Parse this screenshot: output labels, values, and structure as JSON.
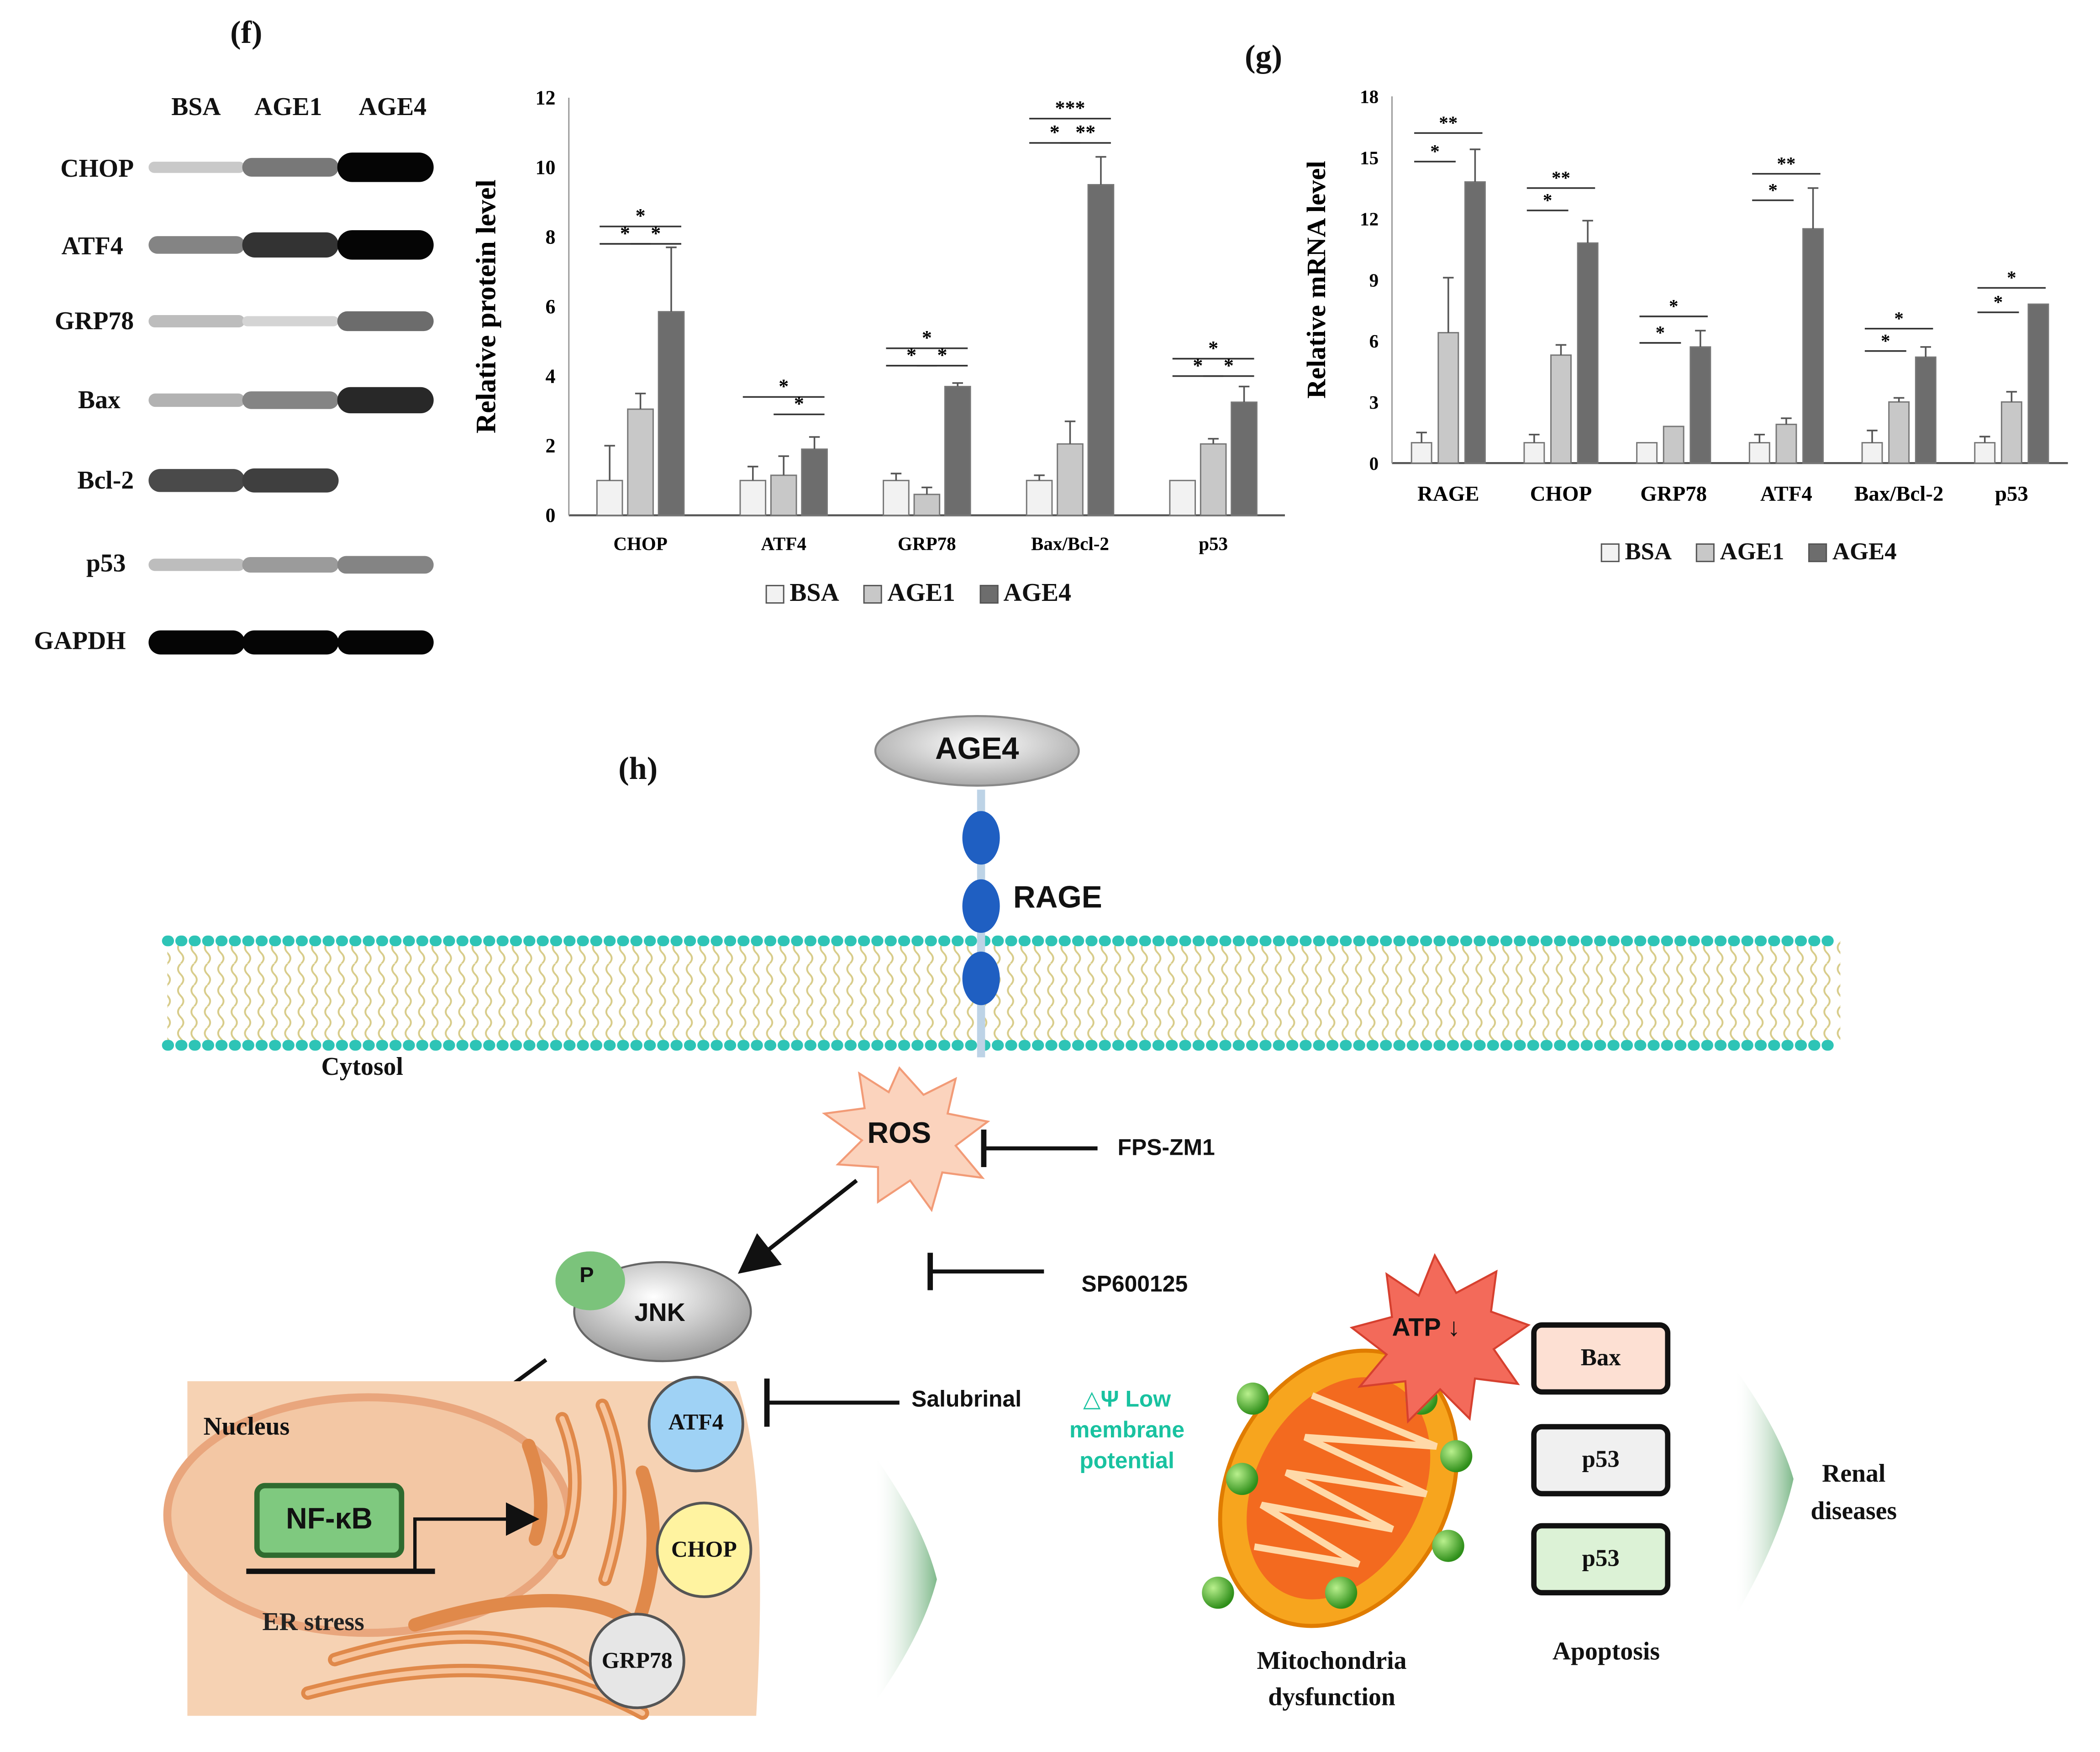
{
  "panels": {
    "f": "(f)",
    "g": "(g)",
    "h": "(h)"
  },
  "western_blot": {
    "columns": [
      "BSA",
      "AGE1",
      "AGE4"
    ],
    "rows": [
      {
        "name": "CHOP",
        "bands": [
          0.15,
          0.5,
          1.0
        ]
      },
      {
        "name": "ATF4",
        "bands": [
          0.45,
          0.8,
          1.0
        ]
      },
      {
        "name": "GRP78",
        "bands": [
          0.2,
          0.1,
          0.55
        ]
      },
      {
        "name": "Bax",
        "bands": [
          0.25,
          0.45,
          0.85
        ]
      },
      {
        "name": "Bcl-2",
        "bands": [
          0.7,
          0.75,
          0.0
        ]
      },
      {
        "name": "p53",
        "bands": [
          0.2,
          0.35,
          0.45
        ]
      },
      {
        "name": "GAPDH",
        "bands": [
          1.0,
          1.0,
          1.0
        ]
      }
    ]
  },
  "colors": {
    "bsa": "#f2f2f2",
    "age1": "#c8c8c8",
    "age4": "#6d6d6d",
    "membrane": "#2ec4b6",
    "receptor": "#1f5fc2"
  },
  "chart_data": [
    {
      "type": "bar",
      "ylabel": "Relative protein level",
      "ylim": [
        0,
        12
      ],
      "yticks": [
        0,
        2,
        4,
        6,
        8,
        10,
        12
      ],
      "categories": [
        "CHOP",
        "ATF4",
        "GRP78",
        "Bax/Bcl-2",
        "p53"
      ],
      "series": [
        {
          "name": "BSA",
          "values": [
            1.0,
            1.0,
            1.0,
            1.0,
            1.0
          ],
          "errors": [
            1.0,
            0.4,
            0.2,
            0.15,
            0.0
          ]
        },
        {
          "name": "AGE1",
          "values": [
            3.05,
            1.15,
            0.6,
            2.05,
            2.05
          ],
          "errors": [
            0.45,
            0.55,
            0.2,
            0.65,
            0.15
          ]
        },
        {
          "name": "AGE4",
          "values": [
            5.85,
            1.9,
            3.7,
            9.5,
            3.25
          ],
          "errors": [
            1.85,
            0.35,
            0.1,
            0.8,
            0.45
          ]
        }
      ],
      "significance": [
        {
          "category": 0,
          "from": 0,
          "to": 2,
          "label": "*",
          "y": 8.3
        },
        {
          "category": 0,
          "from": 0,
          "to": 1,
          "label": "*",
          "y": 7.8
        },
        {
          "category": 0,
          "from": 1,
          "to": 2,
          "label": "*",
          "y": 7.8
        },
        {
          "category": 1,
          "from": 0,
          "to": 2,
          "label": "*",
          "y": 3.4
        },
        {
          "category": 1,
          "from": 1,
          "to": 2,
          "label": "*",
          "y": 2.9
        },
        {
          "category": 2,
          "from": 0,
          "to": 2,
          "label": "*",
          "y": 4.8
        },
        {
          "category": 2,
          "from": 0,
          "to": 1,
          "label": "*",
          "y": 4.3
        },
        {
          "category": 2,
          "from": 1,
          "to": 2,
          "label": "*",
          "y": 4.3
        },
        {
          "category": 3,
          "from": 0,
          "to": 2,
          "label": "***",
          "y": 11.4
        },
        {
          "category": 3,
          "from": 0,
          "to": 1,
          "label": "*",
          "y": 10.7
        },
        {
          "category": 3,
          "from": 1,
          "to": 2,
          "label": "**",
          "y": 10.7
        },
        {
          "category": 4,
          "from": 0,
          "to": 2,
          "label": "*",
          "y": 4.5
        },
        {
          "category": 4,
          "from": 0,
          "to": 1,
          "label": "*",
          "y": 4.0
        },
        {
          "category": 4,
          "from": 1,
          "to": 2,
          "label": "*",
          "y": 4.0
        }
      ],
      "legend": "bottom"
    },
    {
      "type": "bar",
      "ylabel": "Relative mRNA level",
      "ylim": [
        0,
        18
      ],
      "yticks": [
        0,
        3,
        6,
        9,
        12,
        15,
        18
      ],
      "categories": [
        "RAGE",
        "CHOP",
        "GRP78",
        "ATF4",
        "Bax/Bcl-2",
        "p53"
      ],
      "series": [
        {
          "name": "BSA",
          "values": [
            1.0,
            1.0,
            1.0,
            1.0,
            1.0,
            1.0
          ],
          "errors": [
            0.5,
            0.4,
            0.0,
            0.4,
            0.6,
            0.3
          ]
        },
        {
          "name": "AGE1",
          "values": [
            6.4,
            5.3,
            1.8,
            1.9,
            3.0,
            3.0
          ],
          "errors": [
            2.7,
            0.5,
            0.0,
            0.3,
            0.2,
            0.5
          ]
        },
        {
          "name": "AGE4",
          "values": [
            13.8,
            10.8,
            5.7,
            11.5,
            5.2,
            7.8
          ],
          "errors": [
            1.6,
            1.1,
            0.8,
            2.0,
            0.5,
            0.0
          ]
        }
      ],
      "significance": [
        {
          "category": 0,
          "from": 0,
          "to": 2,
          "label": "**",
          "y": 16.2
        },
        {
          "category": 0,
          "from": 0,
          "to": 1,
          "label": "*",
          "y": 14.8
        },
        {
          "category": 1,
          "from": 0,
          "to": 2,
          "label": "**",
          "y": 13.5
        },
        {
          "category": 1,
          "from": 0,
          "to": 1,
          "label": "*",
          "y": 12.4
        },
        {
          "category": 2,
          "from": 0,
          "to": 2,
          "label": "*",
          "y": 7.2
        },
        {
          "category": 2,
          "from": 0,
          "to": 1,
          "label": "*",
          "y": 5.9
        },
        {
          "category": 3,
          "from": 0,
          "to": 2,
          "label": "**",
          "y": 14.2
        },
        {
          "category": 3,
          "from": 0,
          "to": 1,
          "label": "*",
          "y": 12.9
        },
        {
          "category": 4,
          "from": 0,
          "to": 2,
          "label": "*",
          "y": 6.6
        },
        {
          "category": 4,
          "from": 0,
          "to": 1,
          "label": "*",
          "y": 5.5
        },
        {
          "category": 5,
          "from": 0,
          "to": 2,
          "label": "*",
          "y": 8.6
        },
        {
          "category": 5,
          "from": 0,
          "to": 1,
          "label": "*",
          "y": 7.4
        }
      ],
      "legend": "bottom"
    }
  ],
  "diagram": {
    "ligand": "AGE4",
    "receptor": "RAGE",
    "cytosol": "Cytosol",
    "ros": "ROS",
    "inhibitor_fps": "FPS-ZM1",
    "inhibitor_sp": "SP600125",
    "inhibitor_sal": "Salubrinal",
    "phospho": "P",
    "jnk": "JNK",
    "nucleus": "Nucleus",
    "nfkb": "NF-κB",
    "er_stress": "ER stress",
    "atf4": "ATF4",
    "chop": "CHOP",
    "grp78": "GRP78",
    "membrane_potential": "△Ψ Low membrane potential",
    "atp": "ATP ↓",
    "bax": "Bax",
    "p53a": "p53",
    "p53b": "p53",
    "mito": "Mitochondria dysfunction",
    "apoptosis": "Apoptosis",
    "renal": "Renal diseases"
  }
}
